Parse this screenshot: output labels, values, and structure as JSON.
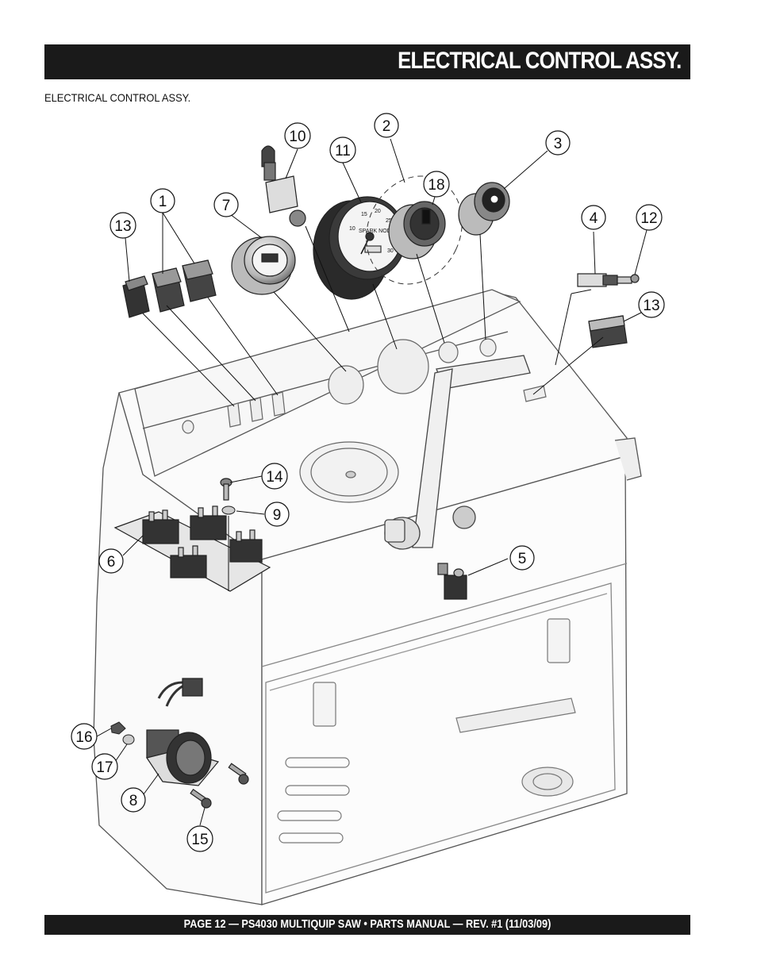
{
  "header": {
    "title": "ELECTRICAL CONTROL ASSY."
  },
  "subtitle": "ELECTRICAL CONTROL ASSY.",
  "footer": {
    "text": "PAGE 12 — PS4030 MULTIQUIP SAW • PARTS MANUAL — REV. #1 (11/03/09)"
  },
  "callouts": [
    "1",
    "2",
    "3",
    "4",
    "5",
    "6",
    "7",
    "8",
    "9",
    "10",
    "11",
    "12",
    "13",
    "13",
    "14",
    "15",
    "16",
    "17",
    "18"
  ],
  "gauge": {
    "brand": "SPARK NOD",
    "ticks": [
      "10",
      "15",
      "20",
      "25",
      "30"
    ]
  }
}
